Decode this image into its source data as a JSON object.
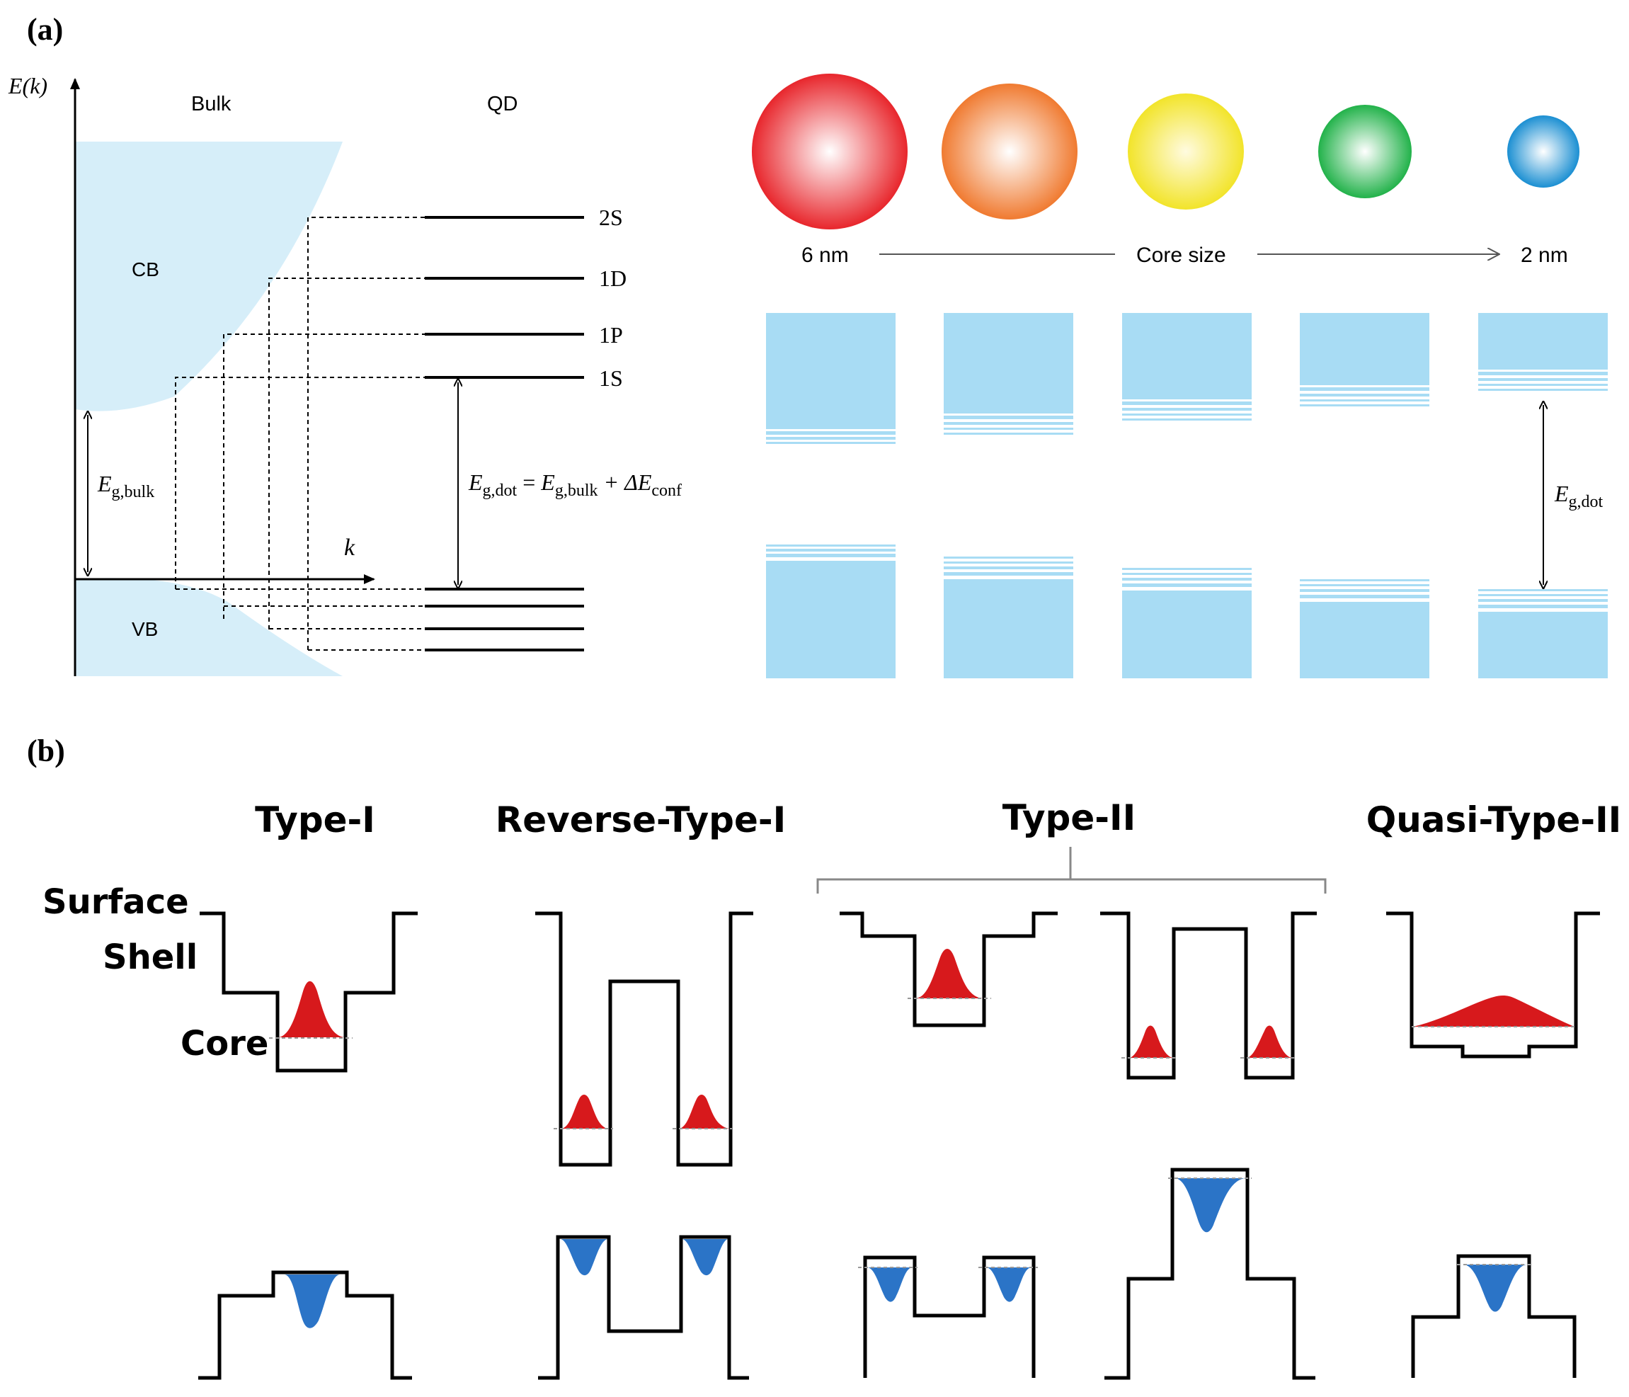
{
  "panel_a": {
    "label": "(a)",
    "axis_y": "E(k)",
    "axis_x": "k",
    "bulk_label": "Bulk",
    "qd_label": "QD",
    "cb_label": "CB",
    "vb_label": "VB",
    "levels": [
      "2S",
      "1D",
      "1P",
      "1S"
    ],
    "eg_bulk": {
      "main": "E",
      "sub": "g,bulk"
    },
    "eg_dot_eq": {
      "lhs_main": "E",
      "lhs_sub": "g,dot",
      "eq": " = ",
      "rhs1_main": "E",
      "rhs1_sub": "g,bulk",
      "plus": " + ΔE",
      "rhs2_sub": "conf"
    },
    "size_small": "6 nm",
    "size_mid": "Core size",
    "size_large": "2 nm",
    "eg_dot": {
      "main": "E",
      "sub": "g,dot"
    },
    "sphere_colors": [
      "#e8262c",
      "#f07a30",
      "#f2e42a",
      "#22b24a",
      "#1b8fd2"
    ],
    "band_color": "#a8dcf4",
    "well_color": "#d6eef9"
  },
  "panel_b": {
    "label": "(b)",
    "types": [
      "Type-I",
      "Reverse-Type-I",
      "Type-II",
      "Quasi-Type-II"
    ],
    "region_labels": [
      "Surface",
      "Shell",
      "Core"
    ],
    "electron_color": "#d7191c",
    "hole_color": "#2b74c7"
  }
}
